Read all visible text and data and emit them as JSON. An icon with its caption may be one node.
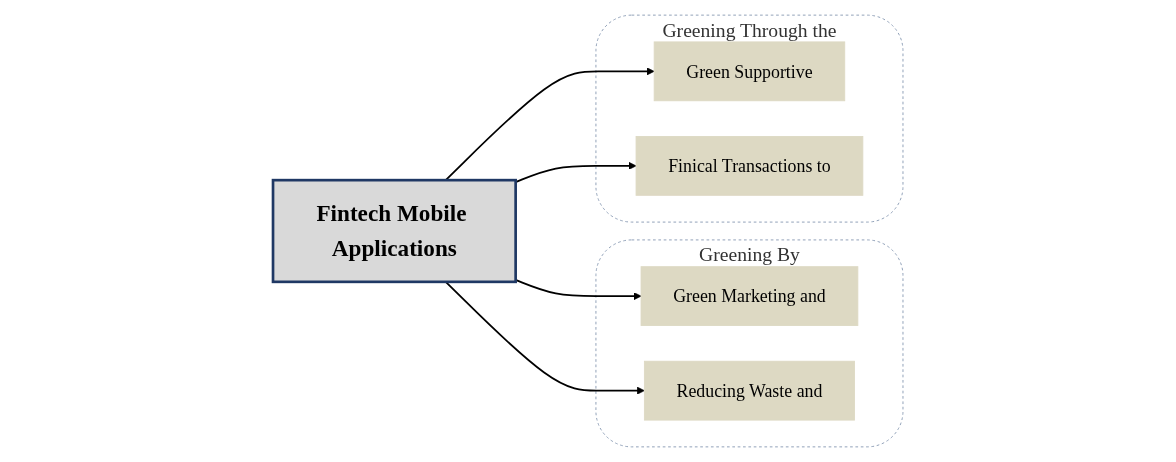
{
  "diagram": {
    "nodes": [
      {
        "text": [
          "Greening By"
        ]
      },
      {
        "text": [
          "Green Marketing and"
        ],
        "in": 0
      },
      {
        "text": [
          "Reducing Waste and"
        ],
        "in": 0
      },
      {
        "text": [
          "Fintech Mobile Applications"
        ]
      },
      {
        "text": [
          "Greening Through the"
        ]
      },
      {
        "text": [
          "Green Supportive"
        ],
        "in": 4
      },
      {
        "text": [
          "Finical Transactions to"
        ],
        "in": 4
      }
    ],
    "edges": [
      {
        "from": 3,
        "to": 1,
        "arrow": "to"
      },
      {
        "from": 3,
        "to": 2,
        "arrow": "to"
      },
      {
        "from": 3,
        "to": 5,
        "arrow": "to"
      },
      {
        "from": 3,
        "to": 6,
        "arrow": "to"
      }
    ]
  }
}
